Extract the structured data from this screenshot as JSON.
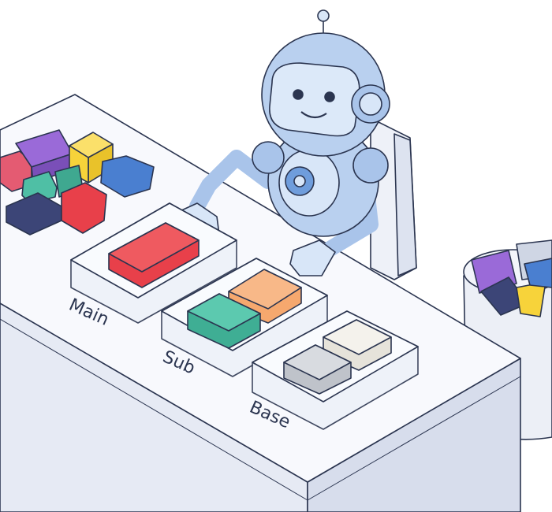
{
  "scene": {
    "trays": [
      {
        "label": "Main",
        "blocks": [
          "red"
        ]
      },
      {
        "label": "Sub",
        "blocks": [
          "teal",
          "orange"
        ]
      },
      {
        "label": "Base",
        "blocks": [
          "gray",
          "white"
        ]
      }
    ]
  },
  "colors": {
    "outline": "#2b3550",
    "table_top": "#f7f8fc",
    "table_side": "#e4e8f3",
    "robot_blue": "#a9c4ea",
    "robot_light": "#d8e6f8",
    "red": "#e8404a",
    "teal": "#4fbfa5",
    "orange": "#f6a86e",
    "gray": "#cfd2d8",
    "white": "#f1efe8",
    "purple": "#9a6ad8",
    "yellow": "#f7d33a",
    "blue": "#4a7fd0",
    "navy": "#3c4577"
  }
}
